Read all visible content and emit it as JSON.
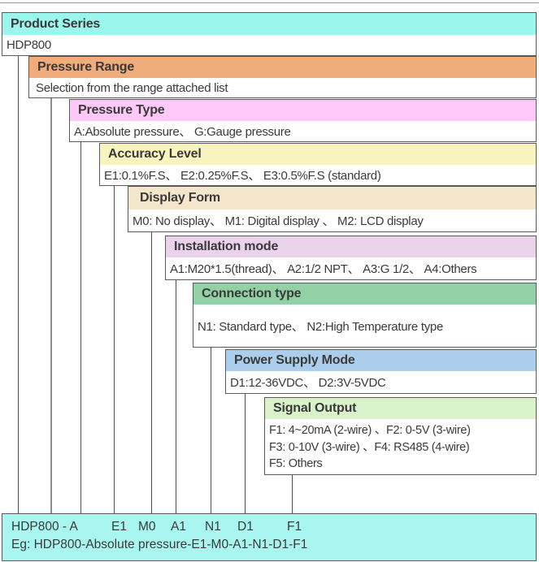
{
  "sections": [
    {
      "title": "Product Series",
      "desc": "HDP800",
      "color": "#9bf6ee"
    },
    {
      "title": "Pressure Range",
      "desc": "Selection from the range attached list",
      "color": "#f0ac7a"
    },
    {
      "title": "Pressure Type",
      "desc": "A:Absolute pressure、 G:Gauge pressure",
      "color": "#fdc9f6"
    },
    {
      "title": "Accuracy Level",
      "desc": "E1:0.1%F.S、 E2:0.25%F.S、 E3:0.5%F.S (standard)",
      "color": "#f9f4bd"
    },
    {
      "title": "Display Form",
      "desc": "M0: No display、 M1: Digital display 、 M2: LCD display",
      "color": "#f3e6ca"
    },
    {
      "title": "Installation mode",
      "desc": "A1:M20*1.5(thread)、 A2:1/2 NPT、 A3:G 1/2、 A4:Others",
      "color": "#e9d2ea"
    },
    {
      "title": "Connection type",
      "desc": "N1: Standard type、 N2:High Temperature type",
      "color": "#92d1a3"
    },
    {
      "title": "Power Supply Mode",
      "desc": "D1:12-36VDC、 D2:3V-5VDC",
      "color": "#abceec"
    },
    {
      "title": "Signal Output",
      "desc": "F1: 4~20mA (2-wire) 、F2: 0-5V (3-wire)\nF3: 0-10V (3-wire) 、F4: RS485 (4-wire)\nF5: Others",
      "color": "#d9f2ca"
    }
  ],
  "bottom": {
    "color": "#a9f6f0",
    "codes": [
      {
        "label": "HDP800 - A"
      },
      {
        "label": "E1"
      },
      {
        "label": "M0"
      },
      {
        "label": "A1"
      },
      {
        "label": "N1"
      },
      {
        "label": "D1"
      },
      {
        "label": "F1"
      }
    ],
    "example": "Eg: HDP800-Absolute pressure-E1-M0-A1-N1-D1-F1"
  }
}
